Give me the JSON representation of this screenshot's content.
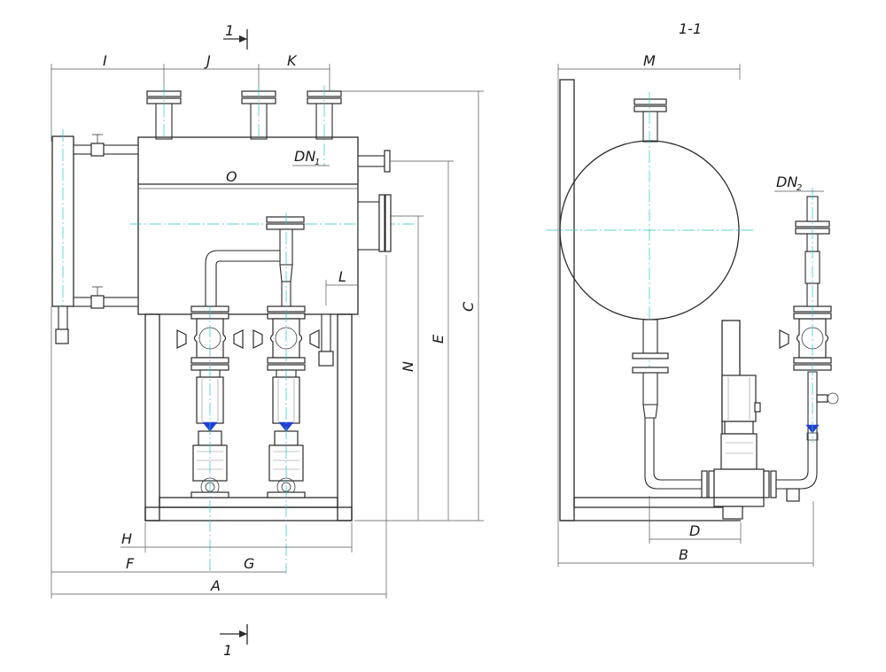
{
  "section": {
    "cut_label": "1",
    "section_title": "1-1"
  },
  "dimensions": {
    "A": "A",
    "B": "B",
    "C": "C",
    "D": "D",
    "E": "E",
    "F": "F",
    "G": "G",
    "H": "H",
    "I": "I",
    "J": "J",
    "K": "K",
    "L": "L",
    "M": "M",
    "N": "N",
    "O": "O"
  },
  "nozzles": {
    "dn1_main": "DN",
    "dn1_sub": "1",
    "dn2_main": "DN",
    "dn2_sub": "2"
  },
  "colors": {
    "centerline": "#2bc4c4",
    "check_valve": "#1f3fd6",
    "line": "#2a2a2a"
  }
}
